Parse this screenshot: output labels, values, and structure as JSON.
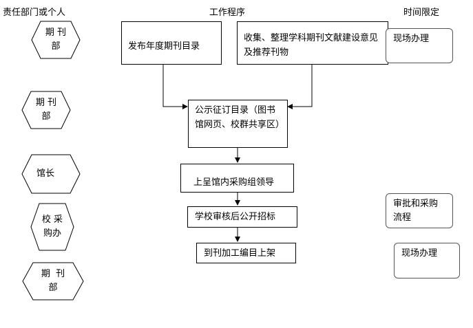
{
  "headers": {
    "department": "责任部门或个人",
    "procedure": "工作程序",
    "time_limit": "时间限定"
  },
  "departments": [
    "期 刊\n部",
    "期 刊\n部",
    "馆长",
    "校 采\n购办",
    "期  刊\n部"
  ],
  "procedure": {
    "publish_catalog": "发布年度期刊目录",
    "collect_suggestions": "收集、整理学科期刊文献建设意见及推荐刊物",
    "public_catalog": "公示征订目录（图书馆网页、校群共享区）",
    "submit_leader": "上呈馆内采购组领导",
    "school_review": "学校审核后公开招标",
    "arrival": "到刊加工编目上架"
  },
  "time_limits": [
    "现场办理",
    "审批和采购流程",
    "现场办理"
  ]
}
